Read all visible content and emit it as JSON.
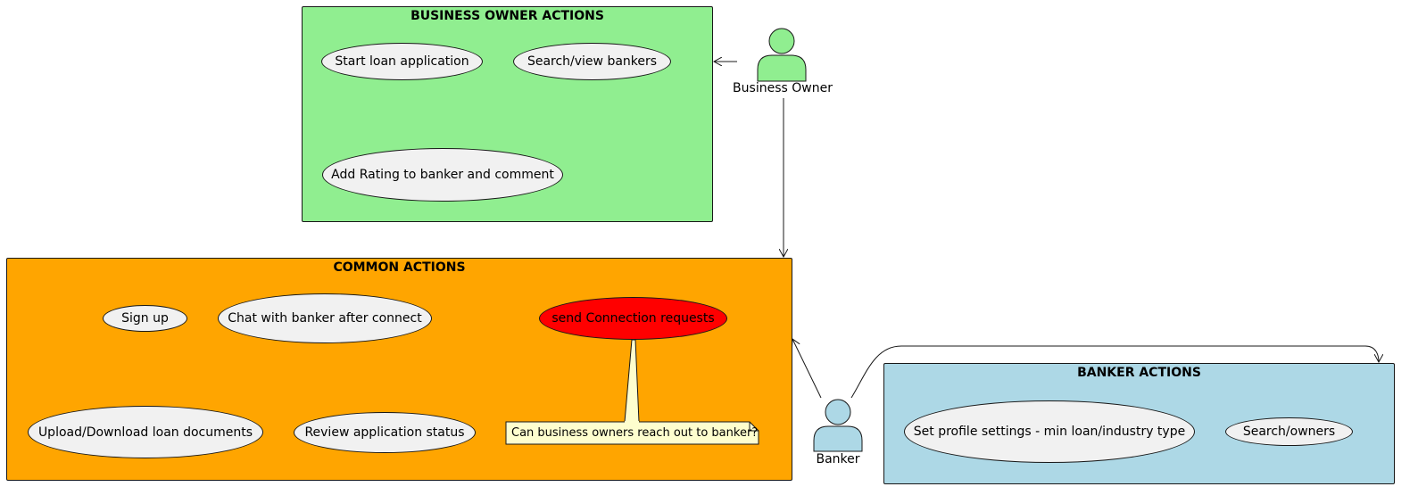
{
  "colors": {
    "business_pkg": "#90ee90",
    "common_pkg": "#ffa500",
    "banker_pkg": "#add8e6",
    "usecase_fill": "#f1f1f1",
    "highlight_usecase": "#ff0000",
    "note_fill": "#fefece"
  },
  "packages": {
    "business": {
      "title": "BUSINESS OWNER ACTIONS",
      "usecases": [
        "Start loan application",
        "Search/view bankers",
        "Add Rating to banker and comment"
      ]
    },
    "common": {
      "title": "COMMON ACTIONS",
      "usecases": [
        "Sign up",
        "Chat with banker after connect",
        "send Connection requests",
        "Upload/Download loan documents",
        "Review application status"
      ]
    },
    "banker": {
      "title": "BANKER ACTIONS",
      "usecases": [
        "Set profile settings - min loan/industry type",
        "Search/owners"
      ]
    }
  },
  "actors": {
    "business_owner": {
      "label": "Business Owner",
      "icon": "person-icon"
    },
    "banker": {
      "label": "Banker",
      "icon": "person-icon"
    }
  },
  "note": {
    "text": "Can business owners reach out to banker?"
  }
}
